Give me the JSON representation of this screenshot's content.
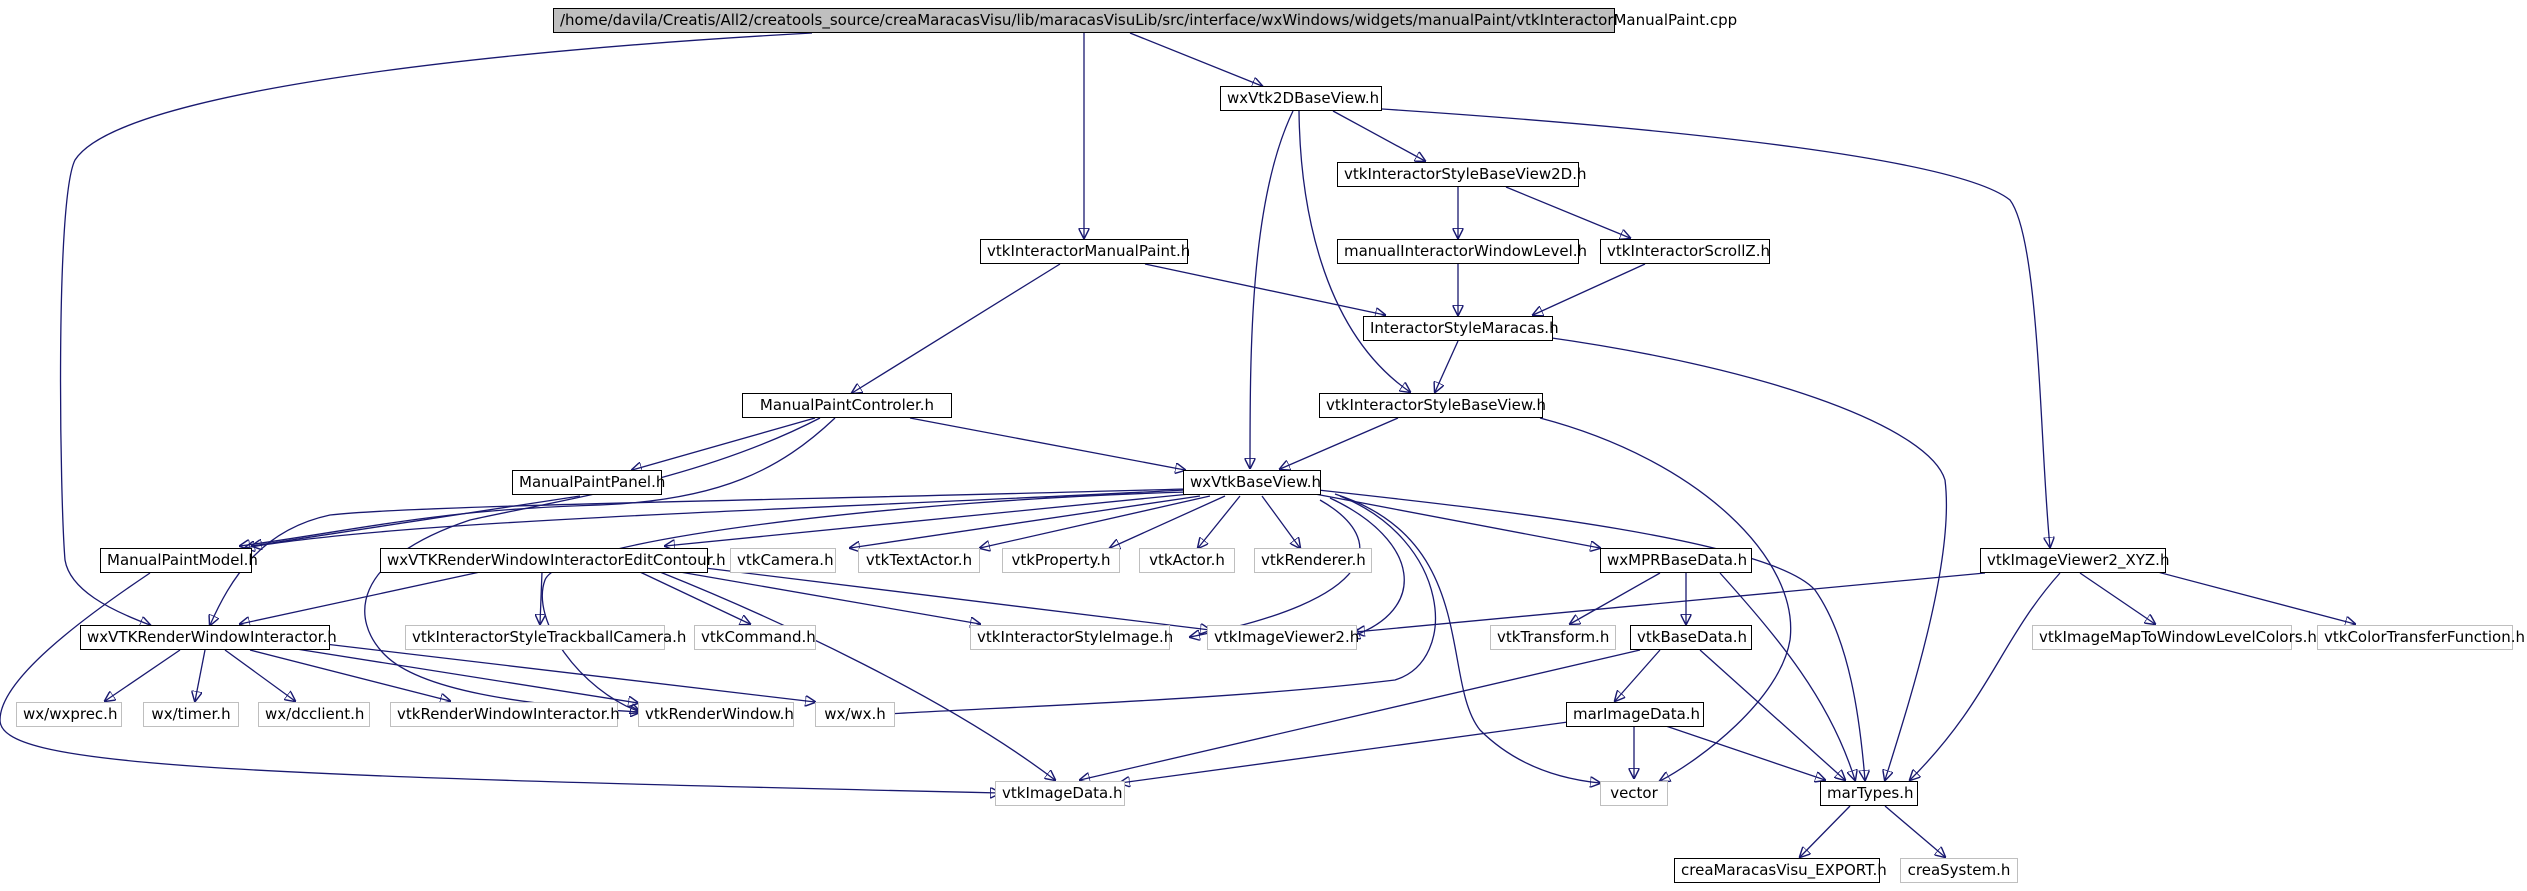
{
  "colors": {
    "edge": "#191970",
    "node_border": "#000000",
    "external_border": "#bfbfbf",
    "root_fill": "#bfbfbf"
  },
  "nodes": {
    "root": "/home/davila/Creatis/All2/creatools_source/creaMaracasVisu/lib/maracasVisuLib/src/interface/wxWindows/widgets/manualPaint/vtkInteractorManualPaint.cpp",
    "wxvtk2dbaseview": "wxVtk2DBaseView.h",
    "vtkinteractormanualpaint": "vtkInteractorManualPaint.h",
    "vtkinteractorstylebaseview2d": "vtkInteractorStyleBaseView2D.h",
    "manualinteractorwindowlevel": "manualInteractorWindowLevel.h",
    "vtkinteractorscrollz": "vtkInteractorScrollZ.h",
    "interactorstylemaracas": "InteractorStyleMaracas.h",
    "manualpaintcontroler": "ManualPaintControler.h",
    "vtkinteractorstylebaseview": "vtkInteractorStyleBaseView.h",
    "manualpaintpanel": "ManualPaintPanel.h",
    "wxvtkbaseview": "wxVtkBaseView.h",
    "manualpaintmodel": "ManualPaintModel.h",
    "wxvtkrwieditcontour": "wxVTKRenderWindowInteractorEditContour.h",
    "vtkcamera": "vtkCamera.h",
    "vtktextactor": "vtkTextActor.h",
    "vtkproperty": "vtkProperty.h",
    "vtkactor": "vtkActor.h",
    "vtkrenderer": "vtkRenderer.h",
    "wxmprbasedata": "wxMPRBaseData.h",
    "vtkimageviewer2xyz": "vtkImageViewer2_XYZ.h",
    "wxvtkrwi": "wxVTKRenderWindowInteractor.h",
    "vtkinteractorstyletrackballcamera": "vtkInteractorStyleTrackballCamera.h",
    "vtkcommand": "vtkCommand.h",
    "vtkinteractorstyleimage": "vtkInteractorStyleImage.h",
    "vtkimageviewer2": "vtkImageViewer2.h",
    "vtktransform": "vtkTransform.h",
    "vtkbasedata": "vtkBaseData.h",
    "vtkimagemaptowindowlevelcolors": "vtkImageMapToWindowLevelColors.h",
    "vtkcolortransferfunction": "vtkColorTransferFunction.h",
    "wxwxprec": "wx/wxprec.h",
    "wxtimer": "wx/timer.h",
    "wxdcclient": "wx/dcclient.h",
    "vtkrenderwindowinteractor": "vtkRenderWindowInteractor.h",
    "vtkrenderwindow": "vtkRenderWindow.h",
    "wxwx": "wx/wx.h",
    "marimagedata": "marImageData.h",
    "vtkimagedata": "vtkImageData.h",
    "vector": "vector",
    "martypes": "marTypes.h",
    "creamaracasvisuexport": "creaMaracasVisu_EXPORT.h",
    "creasystem": "creaSystem.h"
  }
}
